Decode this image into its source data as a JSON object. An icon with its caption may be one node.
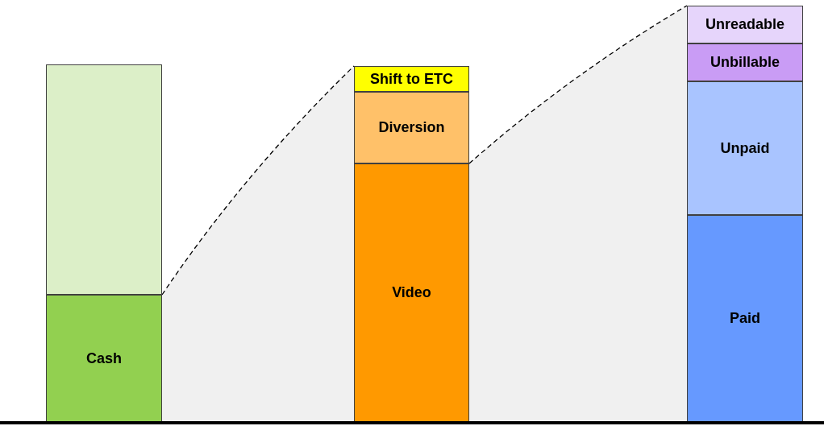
{
  "diagram": {
    "nodes": [
      {
        "text": [],
        "shape": "bar"
      },
      {
        "text": [],
        "shape": "box",
        "in": 0
      },
      {
        "text": [
          "Cash"
        ],
        "in": 0
      },
      {
        "text": [],
        "shape": "bar"
      },
      {
        "text": [
          "Shift to ETC"
        ],
        "in": 3
      },
      {
        "text": [
          "Diversion"
        ],
        "in": 3
      },
      {
        "text": [
          "Video"
        ],
        "in": 3
      },
      {
        "text": [],
        "shape": "bar"
      },
      {
        "text": [
          "Unreadable"
        ],
        "in": 7
      },
      {
        "text": [
          "Unbillable"
        ],
        "in": 7
      },
      {
        "text": [
          "Unpaid"
        ],
        "in": 7
      },
      {
        "text": [
          "Paid"
        ],
        "in": 7
      }
    ],
    "edges": [
      {
        "from": 2,
        "to": 3,
        "arrow": "none",
        "style": "dashed"
      },
      {
        "from": 6,
        "to": 7,
        "arrow": "none",
        "style": "dashed"
      }
    ]
  }
}
